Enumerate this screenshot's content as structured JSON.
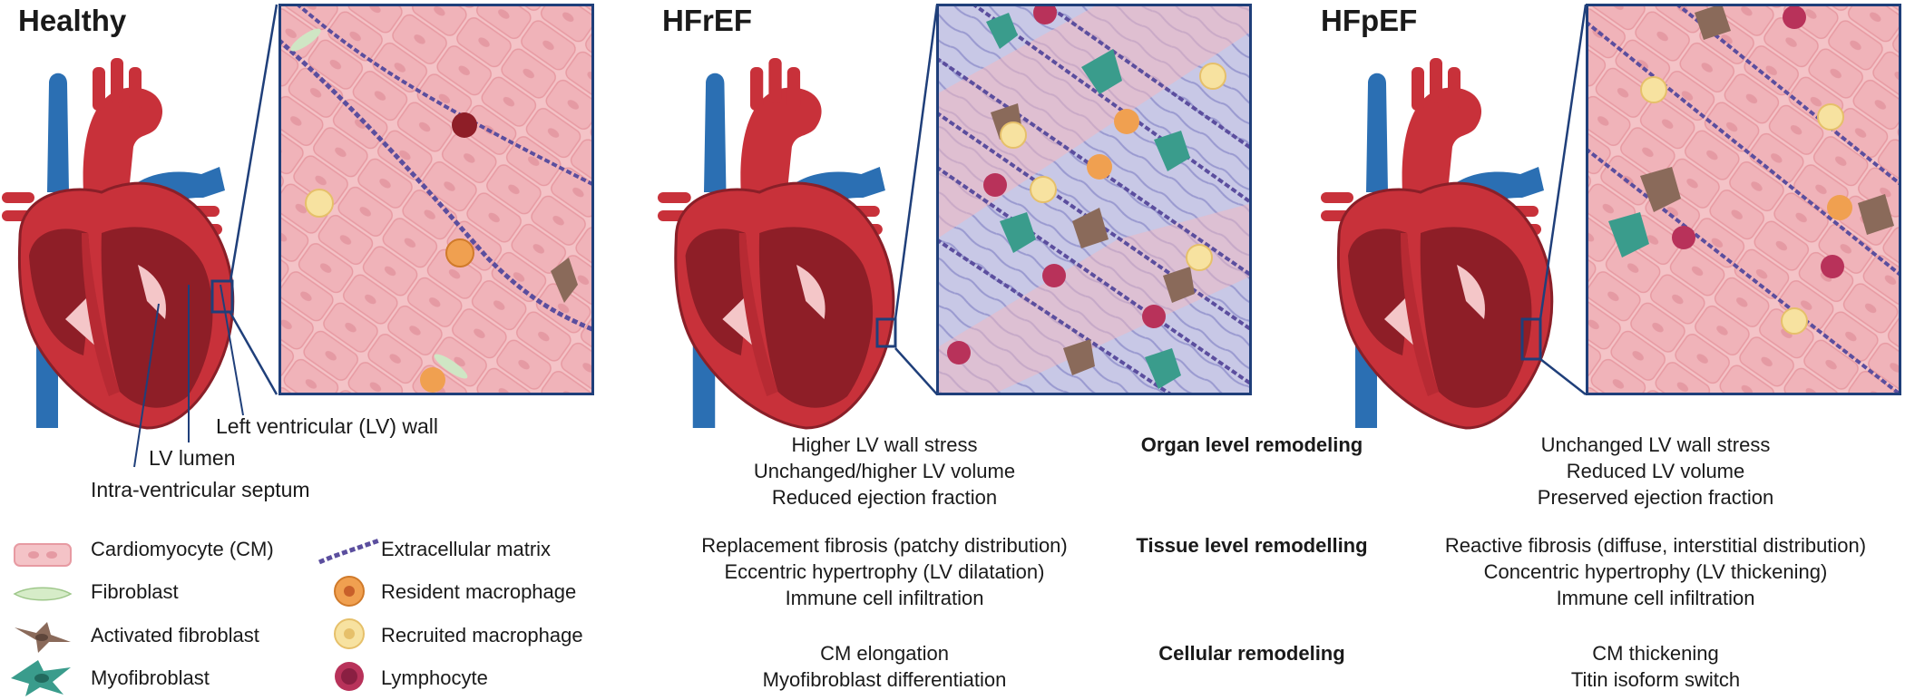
{
  "panels": [
    {
      "title": "Healthy"
    },
    {
      "title": "HFrEF"
    },
    {
      "title": "HFpEF"
    }
  ],
  "healthy_labels": {
    "lv_wall": "Left ventricular (LV) wall",
    "lv_lumen": "LV lumen",
    "septum": "Intra-ventricular septum"
  },
  "remodeling": {
    "levels": [
      "Organ level remodeling",
      "Tissue level remodelling",
      "Cellular remodeling"
    ],
    "hfref": [
      [
        "Higher LV wall stress",
        "Unchanged/higher LV volume",
        "Reduced ejection fraction"
      ],
      [
        "Replacement fibrosis (patchy distribution)",
        "Eccentric hypertrophy (LV dilatation)",
        "Immune cell infiltration"
      ],
      [
        "CM elongation",
        "Myofibroblast differentiation"
      ]
    ],
    "hfpef": [
      [
        "Unchanged LV wall stress",
        "Reduced LV volume",
        "Preserved ejection fraction"
      ],
      [
        "Reactive fibrosis (diffuse, interstitial distribution)",
        "Concentric hypertrophy (LV thickening)",
        "Immune cell infiltration"
      ],
      [
        "CM thickening",
        "Titin isoform switch"
      ]
    ]
  },
  "legend": [
    {
      "label": "Cardiomyocyte (CM)",
      "icon": "cardiomyocyte-icon"
    },
    {
      "label": "Fibroblast",
      "icon": "fibroblast-icon"
    },
    {
      "label": "Activated fibroblast",
      "icon": "activated-fibroblast-icon"
    },
    {
      "label": "Myofibroblast",
      "icon": "myofibroblast-icon"
    },
    {
      "label": "Extracellular matrix",
      "icon": "extracellular-matrix-icon"
    },
    {
      "label": "Resident macrophage",
      "icon": "resident-macrophage-icon"
    },
    {
      "label": "Recruited macrophage",
      "icon": "recruited-macrophage-icon"
    },
    {
      "label": "Lymphocyte",
      "icon": "lymphocyte-icon"
    }
  ],
  "colors": {
    "frame": "#1f3f7a",
    "heart_red": "#c8313a",
    "vessel_blue": "#2b6fb3",
    "tissue_pink": "#f2b8bf",
    "matrix_purple": "#6a5aa8",
    "myofibroblast": "#3a9c8c",
    "activated_fibroblast": "#8a6a5a",
    "resident_macrophage": "#f0a050",
    "recruited_macrophage": "#f7e2a0",
    "lymphocyte": "#b8325a"
  }
}
